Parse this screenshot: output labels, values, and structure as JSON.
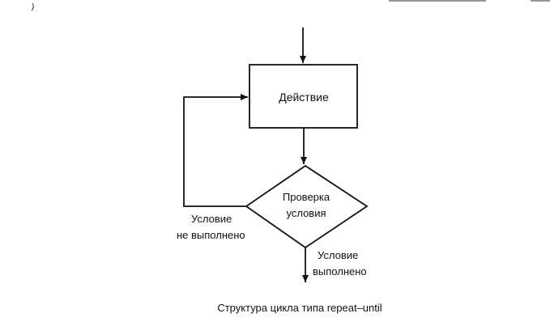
{
  "diagram": {
    "action_box": {
      "label": "Действие"
    },
    "condition": {
      "line1": "Проверка",
      "line2": "условия"
    },
    "false_branch": {
      "line1": "Условие",
      "line2": "не выполнено"
    },
    "true_branch": {
      "line1": "Условие",
      "line2": "выполнено"
    },
    "caption": "Структура цикла типа repeat–until"
  }
}
